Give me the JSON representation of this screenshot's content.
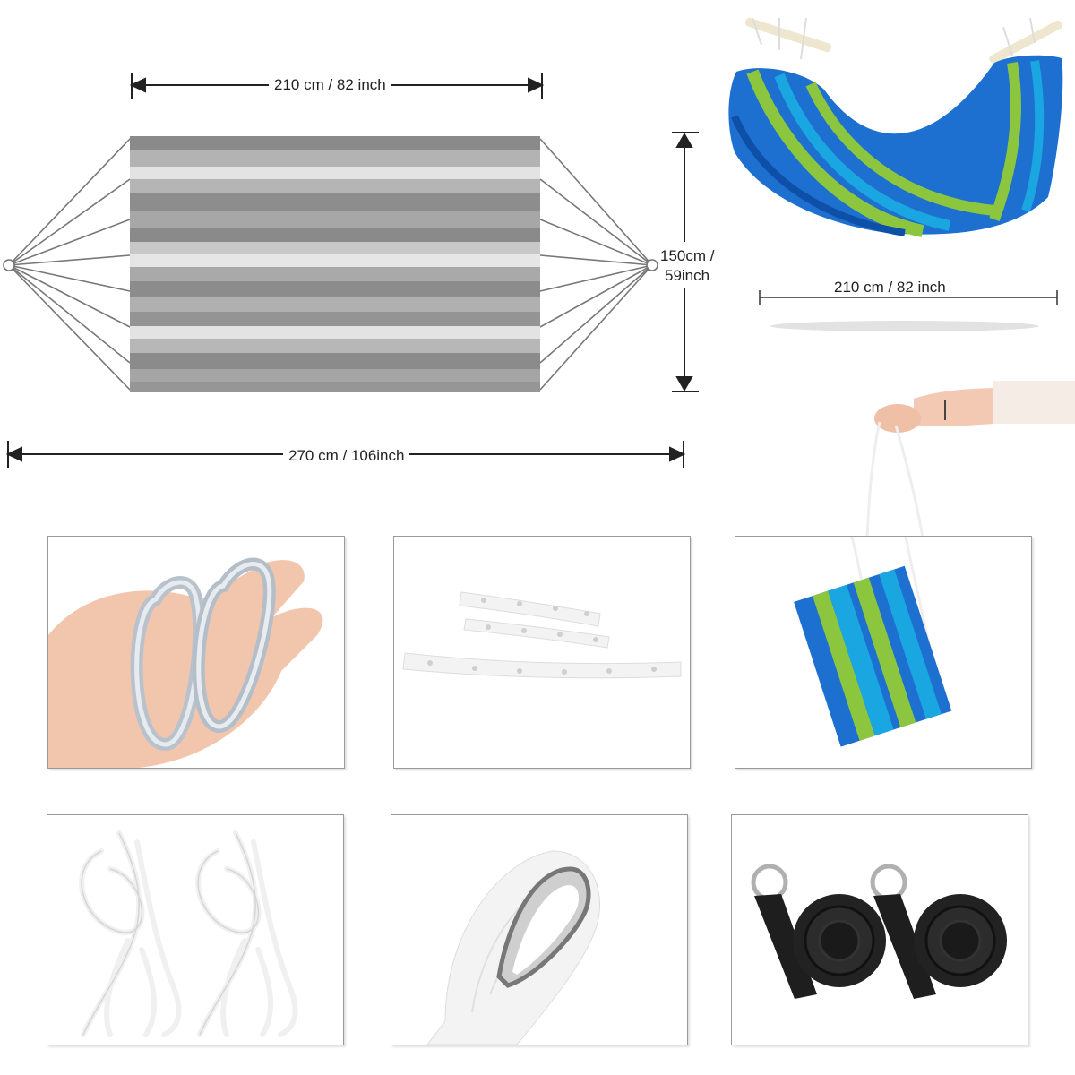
{
  "dimensions": {
    "top_width": "210 cm / 82 inch",
    "height_line1": "150cm /",
    "height_line2": "59inch",
    "total_length": "270 cm / 106inch",
    "product_width": "210 cm / 82 inch"
  },
  "colors": {
    "stripe_dark": "#8e8e8e",
    "stripe_mid": "#a9a9a9",
    "stripe_light": "#e2e2e2",
    "hammock_blue": "#1d6fd0",
    "hammock_green": "#8cc63f",
    "hammock_cyan": "#1aa6e0"
  },
  "accessories": [
    {
      "name": "carabiner-hooks"
    },
    {
      "name": "spreader-bars"
    },
    {
      "name": "carry-bag"
    },
    {
      "name": "ropes"
    },
    {
      "name": "rope-thimble"
    },
    {
      "name": "tree-straps"
    }
  ]
}
